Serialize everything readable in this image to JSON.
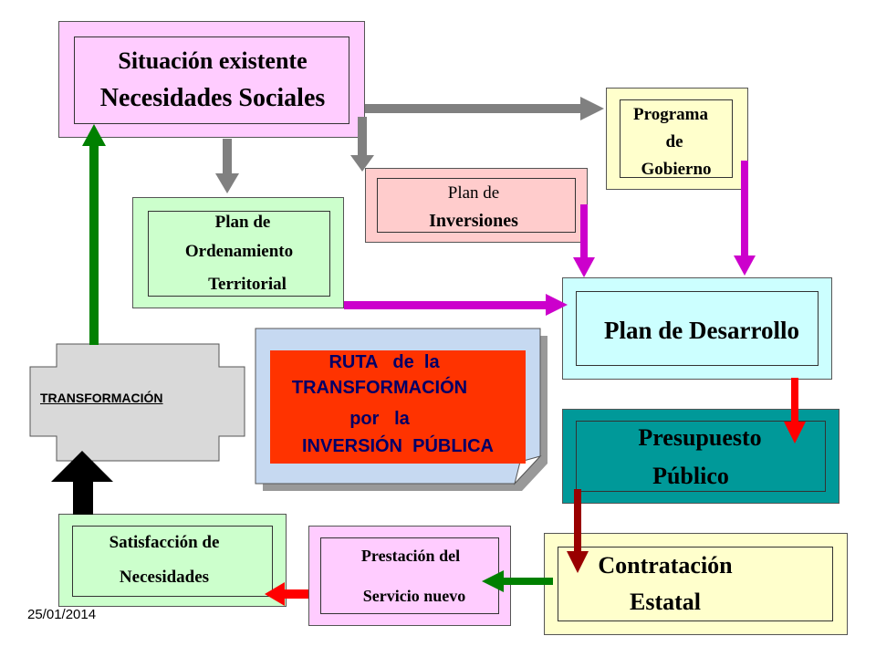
{
  "nodes": {
    "situacion": {
      "line1": "Situación existente",
      "line2": "Necesidades Sociales"
    },
    "programa": {
      "line1": "Programa",
      "line2": "de",
      "line3": "Gobierno"
    },
    "plan_inversiones": {
      "line1": "Plan de",
      "line2": "Inversiones"
    },
    "plan_ordenamiento": {
      "line1": "Plan de",
      "line2": "Ordenamiento",
      "line3": "Territorial"
    },
    "plan_desarrollo": {
      "label": "Plan de Desarrollo"
    },
    "transformacion": {
      "label": "TRANSFORMACIÓN"
    },
    "ruta": {
      "line1": "RUTA   de  la",
      "line2": "TRANSFORMACIÓN",
      "line3": "por   la",
      "line4": "INVERSIÓN  PÚBLICA"
    },
    "presupuesto": {
      "line1": "Presupuesto",
      "line2": "Público"
    },
    "satisfaccion": {
      "line1": "Satisfacción de",
      "line2": "Necesidades"
    },
    "prestacion": {
      "line1": "Prestación del",
      "line2": "Servicio nuevo"
    },
    "contratacion": {
      "line1": "Contratación",
      "line2": "Estatal"
    }
  },
  "footer": {
    "date": "25/01/2014"
  },
  "colors": {
    "situacion": "#ffccff",
    "programa": "#ffffcc",
    "plan_inversiones": "#ffcccc",
    "plan_ordenamiento": "#ccffcc",
    "plan_desarrollo": "#ccffff",
    "presupuesto": "#009999",
    "ruta": "#ff3300",
    "contratacion": "#ffffcc",
    "arrow_gray": "#808080",
    "arrow_magenta": "#cc00cc",
    "arrow_green": "#008000",
    "arrow_red": "#ff0000",
    "arrow_darkred": "#990000"
  }
}
